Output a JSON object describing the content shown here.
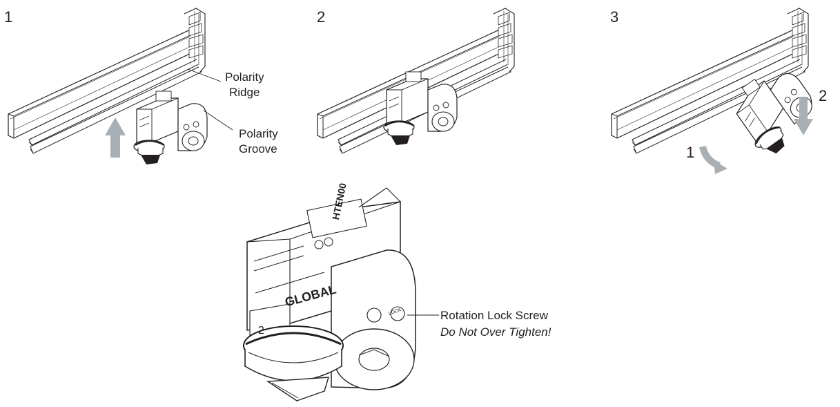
{
  "steps": [
    {
      "number": "1"
    },
    {
      "number": "2"
    },
    {
      "number": "3"
    }
  ],
  "callouts": {
    "polarity_ridge": [
      "Polarity",
      "Ridge"
    ],
    "polarity_groove": [
      "Polarity",
      "Groove"
    ],
    "rotation_lock": {
      "title": "Rotation Lock Screw",
      "warning": "Do Not Over Tighten!"
    }
  },
  "step3_arrows": {
    "rotate": "1",
    "push": "2"
  },
  "labels": {
    "adapter_brand": "GLOBAL",
    "adapter_model": "HTEN00",
    "lock_text": "LOCK",
    "knob_number": "2"
  },
  "colors": {
    "line": "#231f20",
    "arrow": "#a8b0b5",
    "fill": "#ffffff"
  }
}
